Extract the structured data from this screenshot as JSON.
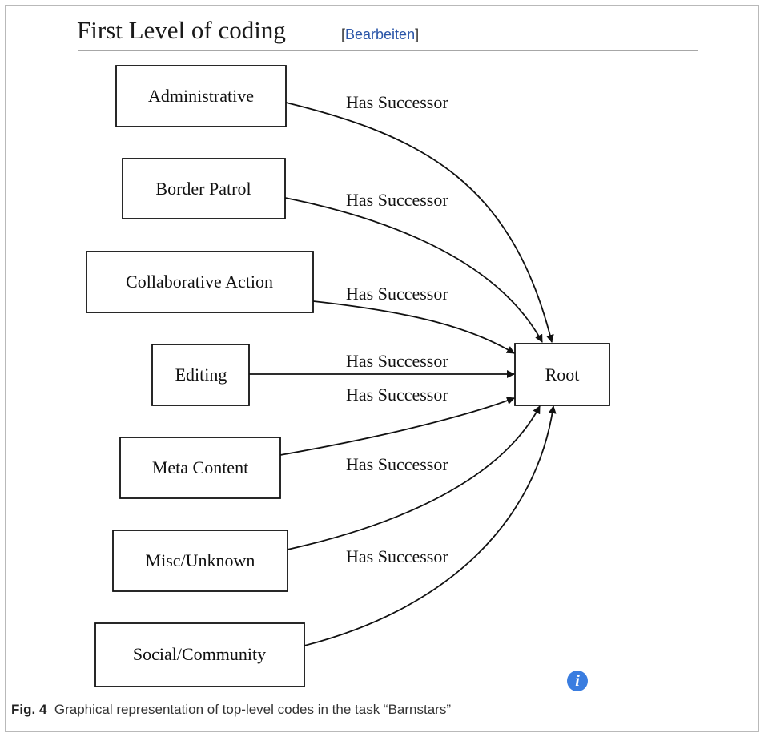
{
  "section": {
    "heading": "First Level of coding",
    "edit_bracket_open": "[",
    "edit_label": "Bearbeiten",
    "edit_bracket_close": "]"
  },
  "diagram": {
    "root_label": "Root",
    "edge_label": "Has Successor",
    "nodes": [
      "Administrative",
      "Border Patrol",
      "Collaborative Action",
      "Editing",
      "Meta Content",
      "Misc/Unknown",
      "Social/Community"
    ],
    "edges": [
      {
        "from": "Administrative",
        "to": "Root",
        "label": "Has Successor"
      },
      {
        "from": "Border Patrol",
        "to": "Root",
        "label": "Has Successor"
      },
      {
        "from": "Collaborative Action",
        "to": "Root",
        "label": "Has Successor"
      },
      {
        "from": "Editing",
        "to": "Root",
        "label": "Has Successor"
      },
      {
        "from": "Meta Content",
        "to": "Root",
        "label": "Has Successor"
      },
      {
        "from": "Misc/Unknown",
        "to": "Root",
        "label": "Has Successor"
      },
      {
        "from": "Social/Community",
        "to": "Root",
        "label": "Has Successor"
      }
    ]
  },
  "info_icon": "info-icon",
  "caption": {
    "label": "Fig. 4",
    "text": "Graphical representation of top-level codes in the task “Barnstars”"
  }
}
